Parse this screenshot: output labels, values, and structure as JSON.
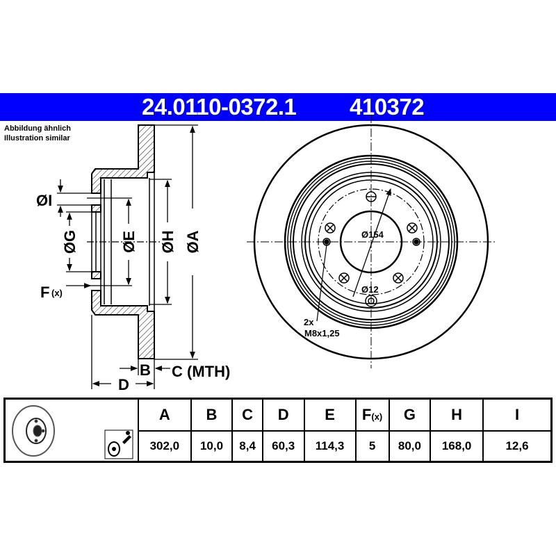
{
  "header": {
    "part_number": "24.0110-0372.1",
    "reference_number": "410372",
    "background_color": "#0000ff"
  },
  "note": {
    "line1": "Abbildung ähnlich",
    "line2": "Illustration similar"
  },
  "section_view": {
    "labels": {
      "I": "ØI",
      "G": "ØG",
      "E": "ØE",
      "H": "ØH",
      "A": "ØA",
      "F": "F",
      "F_sub": "(x)",
      "B": "B",
      "C": "C (MTH)",
      "D": "D"
    }
  },
  "front_view": {
    "bolt_circle": "Ø154",
    "hole": "Ø12",
    "thread_count": "2x",
    "thread": "M8x1,25"
  },
  "table": {
    "thumbnail_icon": "brake-disc-thumbnail",
    "spray_icon": "spray-coating-icon",
    "columns": [
      {
        "key": "A",
        "value": "302,0"
      },
      {
        "key": "B",
        "value": "10,0"
      },
      {
        "key": "C",
        "value": "8,4"
      },
      {
        "key": "D",
        "value": "60,3"
      },
      {
        "key": "E",
        "value": "114,3"
      },
      {
        "key": "F",
        "sub": "(x)",
        "value": "5"
      },
      {
        "key": "G",
        "value": "80,0"
      },
      {
        "key": "H",
        "value": "168,0"
      },
      {
        "key": "I",
        "value": "12,6"
      }
    ]
  }
}
